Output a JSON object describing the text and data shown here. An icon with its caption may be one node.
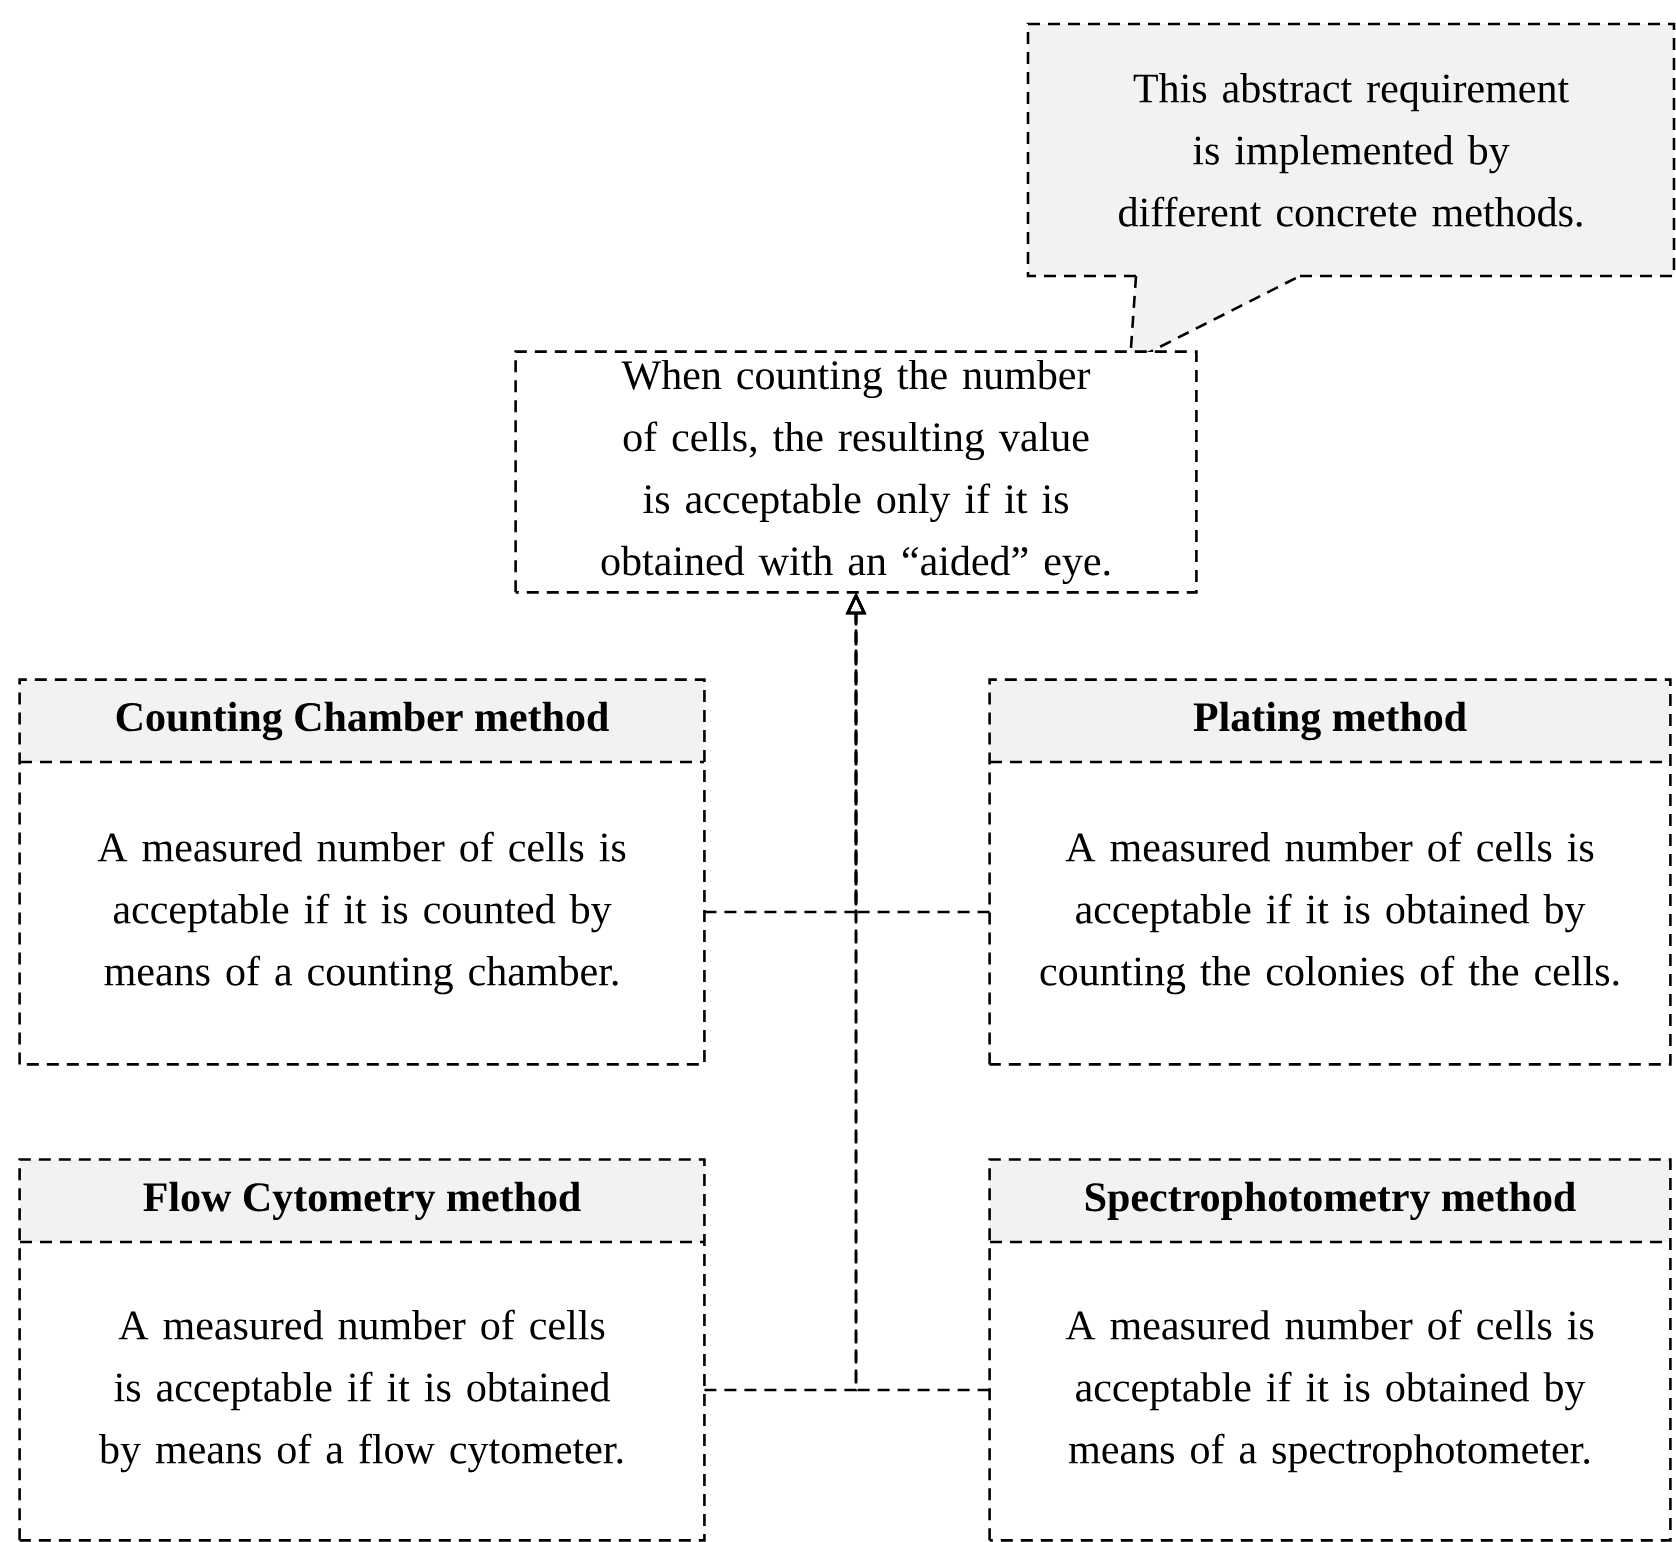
{
  "diagram": {
    "nodes": [
      {
        "text": [
          "This abstract requirement is implemented by different concrete methods."
        ]
      },
      {
        "text": [
          "When counting the number of cells, the resulting value is acceptable only if it is obtained with an “aided” eye."
        ]
      },
      {
        "text": [
          "Counting Chamber method",
          "A measured number of cells is acceptable if it is counted by means of a counting chamber."
        ]
      },
      {
        "text": [
          "Plating method",
          "A measured number of cells is acceptable if it is obtained by counting the colonies of the cells."
        ]
      },
      {
        "text": [
          "Flow Cytometry method",
          "A measured number of cells is acceptable if it is obtained by means of a flow cytometer."
        ]
      },
      {
        "text": [
          "Spectrophotometry method",
          "A measured number of cells is acceptable if it is obtained by means of a spectrophotometer."
        ]
      }
    ],
    "edges": [
      {
        "from": 2,
        "to": 1,
        "arrow": "to"
      },
      {
        "from": 3,
        "to": 1,
        "arrow": "to"
      },
      {
        "from": 4,
        "to": 1,
        "arrow": "to"
      },
      {
        "from": 5,
        "to": 1,
        "arrow": "to"
      }
    ]
  }
}
